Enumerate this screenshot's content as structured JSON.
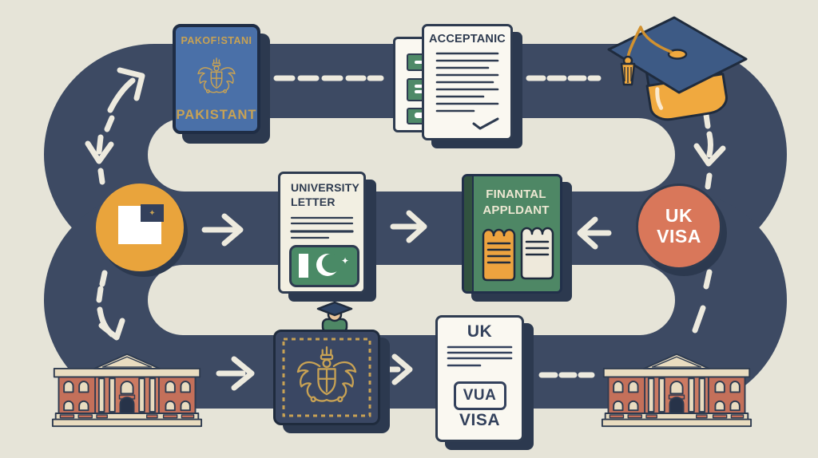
{
  "illustration": {
    "palette": {
      "background": "#e6e4d8",
      "road": "#3d4a63",
      "road_markings": "#edeade",
      "outline": "#2e3b50",
      "passport_blue": "#4a70a8",
      "gold": "#c8a254",
      "orange": "#e9a43c",
      "coral": "#d9775a",
      "green": "#4e8765",
      "paper": "#f5f3ec",
      "building_red": "#c4705a",
      "trim_cream": "#e9dcc0"
    }
  },
  "passport": {
    "title_top": "PAKOF!STANI",
    "title_bottom": "PAKISTANT"
  },
  "acceptance_letter": {
    "title": "ACCEPTANIC"
  },
  "university_letter": {
    "title_line1": "UNIVERSITY",
    "title_line2": "LETTER"
  },
  "financial_book": {
    "title_line1": "FINANTAL",
    "title_line2": "APPLDANT"
  },
  "uk_visa_badge": {
    "line1": "UK",
    "line2": "VISA"
  },
  "visa_document": {
    "title": "UK",
    "stamp": "VUA",
    "label": "VISA"
  },
  "icons": {
    "stamp_star": "✦",
    "flag_star": "✦"
  }
}
